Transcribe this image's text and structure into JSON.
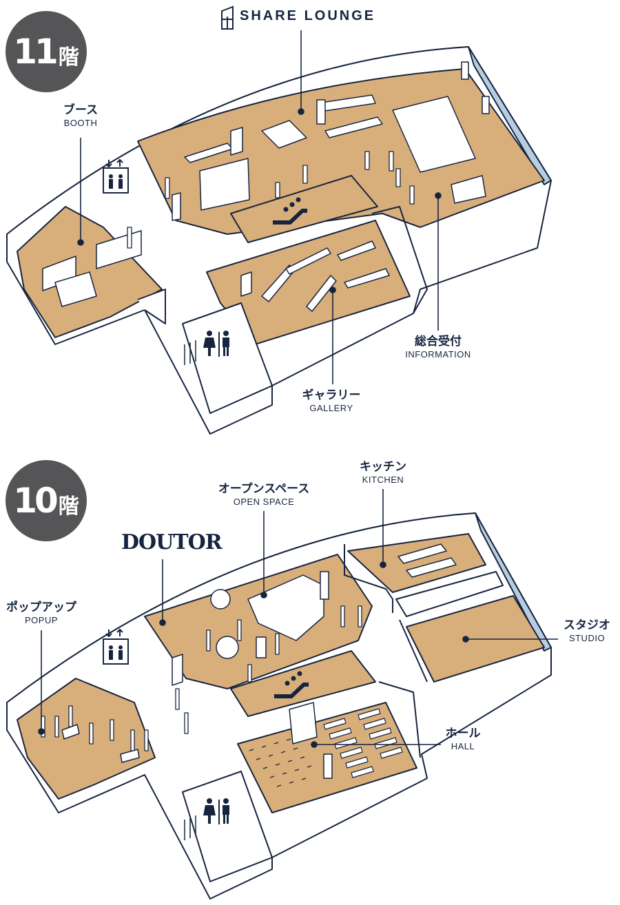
{
  "floors": {
    "f11": {
      "badge_num": "11",
      "badge_kai": "階",
      "brand": "SHARE LOUNGE",
      "booth": {
        "jp": "ブース",
        "en": "BOOTH"
      },
      "information": {
        "jp": "総合受付",
        "en": "INFORMATION"
      },
      "gallery": {
        "jp": "ギャラリー",
        "en": "GALLERY"
      }
    },
    "f10": {
      "badge_num": "10",
      "badge_kai": "階",
      "doutor": "DOUTOR",
      "open_space": {
        "jp": "オープンスペース",
        "en": "OPEN SPACE"
      },
      "kitchen": {
        "jp": "キッチン",
        "en": "KITCHEN"
      },
      "popup": {
        "jp": "ポップアップ",
        "en": "POPUP"
      },
      "studio": {
        "jp": "スタジオ",
        "en": "STUDIO"
      },
      "hall": {
        "jp": "ホール",
        "en": "HALL"
      }
    }
  },
  "icons": [
    "elevator-icon",
    "escalator-icon",
    "restroom-icon",
    "share-lounge-logo-icon"
  ],
  "colors": {
    "floor": "#d8ae7a",
    "glass": "#b9cde0",
    "line": "#16243f",
    "wall": "#ffffff",
    "badge": "#555557"
  }
}
